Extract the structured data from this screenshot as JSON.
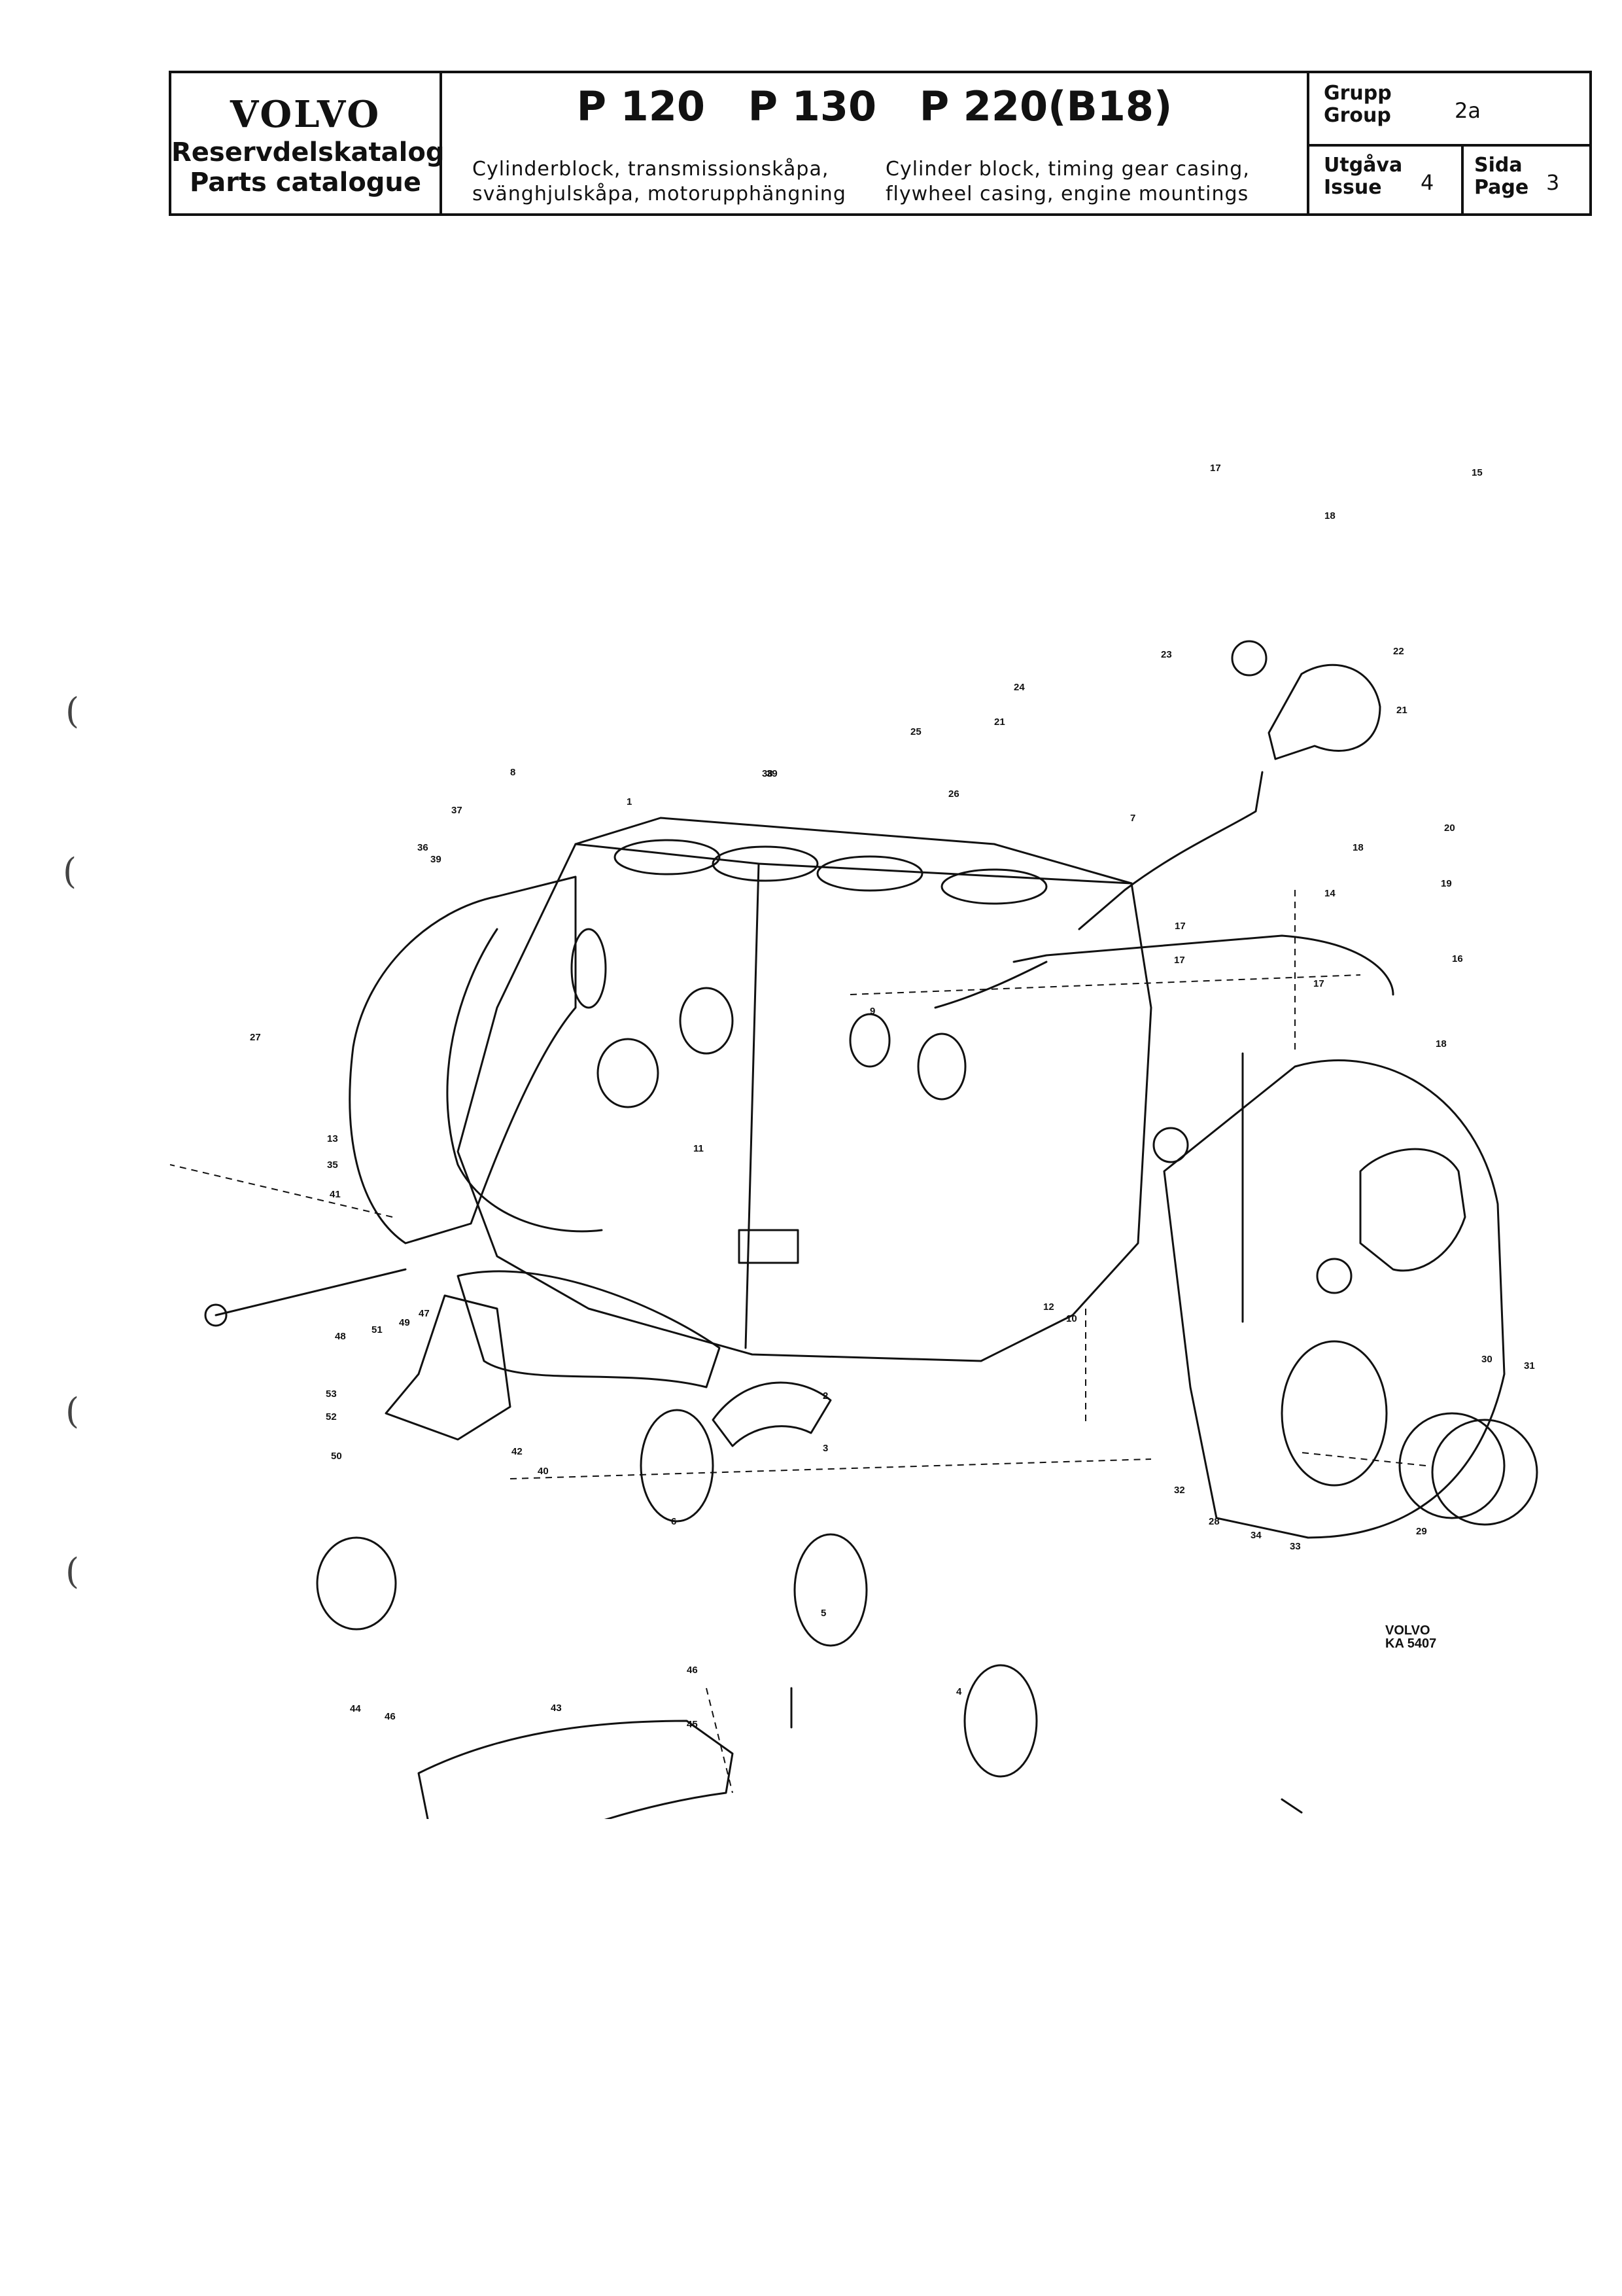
{
  "header": {
    "brand": "VOLVO",
    "catalog_sv": "Reservdelskatalog",
    "catalog_en": "Parts catalogue",
    "models": [
      "P 120",
      "P 130",
      "P 220(B18)"
    ],
    "description_sv": [
      "Cylinderblock, transmissionskåpa,",
      "svänghjulskåpa, motorupphängning"
    ],
    "description_en": [
      "Cylinder block, timing gear casing,",
      "flywheel casing, engine mountings"
    ],
    "group_label_sv": "Grupp",
    "group_label_en": "Group",
    "group_value": "2a",
    "issue_label_sv": "Utgåva",
    "issue_label_en": "Issue",
    "issue_value": "4",
    "page_label_sv": "Sida",
    "page_label_en": "Page",
    "page_value": "3"
  },
  "diagram": {
    "callouts": [
      "1",
      "2",
      "3",
      "4",
      "5",
      "6",
      "7",
      "8",
      "9",
      "10",
      "11",
      "12",
      "13",
      "14",
      "15",
      "16",
      "17",
      "17",
      "17",
      "17",
      "18",
      "18",
      "18",
      "19",
      "20",
      "21",
      "21",
      "22",
      "23",
      "24",
      "25",
      "26",
      "27",
      "28",
      "29",
      "30",
      "31",
      "32",
      "33",
      "34",
      "35",
      "36",
      "37",
      "38",
      "39",
      "39",
      "40",
      "41",
      "42",
      "43",
      "44",
      "45",
      "46",
      "46",
      "47",
      "48",
      "49",
      "50",
      "51",
      "52",
      "53"
    ],
    "stamp_line1": "VOLVO",
    "stamp_line2": "KA 5407"
  }
}
